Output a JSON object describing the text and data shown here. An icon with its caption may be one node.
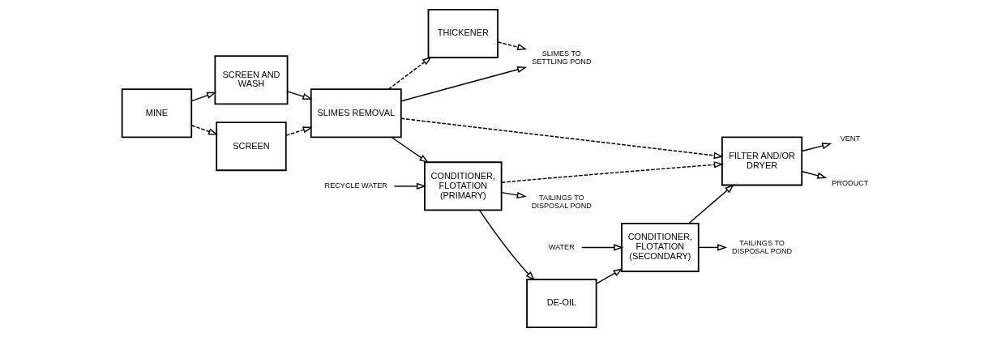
{
  "diagram": {
    "nodes": [
      {
        "text": [
          "MINE"
        ]
      },
      {
        "text": [
          "SCREEN AND WASH"
        ]
      },
      {
        "text": [
          "SCREEN"
        ]
      },
      {
        "text": [
          "SLIMES REMOVAL"
        ]
      },
      {
        "text": [
          "THICKENER"
        ]
      },
      {
        "text": [
          "CONDITIONER, FLOTATION (PRIMARY)"
        ]
      },
      {
        "text": [
          "DE-OIL"
        ]
      },
      {
        "text": [
          "CONDITIONER, FLOTATION (SECONDARY)"
        ]
      },
      {
        "text": [
          "FILTER AND/OR DRYER"
        ]
      },
      {
        "text": [
          "RECYCLE WATER"
        ]
      },
      {
        "text": [
          "WATER"
        ]
      },
      {
        "text": [
          "VENT"
        ]
      },
      {
        "text": [
          "PRODUCT"
        ]
      },
      {
        "text": [
          "TAILINGS TO DISPOSAL POND"
        ]
      },
      {
        "text": [
          "TAILINGS TO DISPOSAL POND"
        ]
      },
      {
        "text": [
          "SLIMES TO SETTLING POND"
        ]
      }
    ],
    "edges": [
      {
        "from": 0,
        "to": 1,
        "arrow": "to"
      },
      {
        "from": 0,
        "to": 2,
        "arrow": "to",
        "style": "dashed"
      },
      {
        "from": 1,
        "to": 3,
        "arrow": "to"
      },
      {
        "from": 2,
        "to": 3,
        "arrow": "to",
        "style": "dashed"
      },
      {
        "from": 3,
        "to": 5,
        "arrow": "to"
      },
      {
        "from": 3,
        "to": 4,
        "arrow": "to",
        "style": "dashed"
      },
      {
        "from": 3,
        "to": 15,
        "arrow": "to"
      },
      {
        "from": 4,
        "to": 15,
        "arrow": "to",
        "style": "dashed"
      },
      {
        "from": 3,
        "to": 8,
        "arrow": "to",
        "style": "dashed"
      },
      {
        "from": 9,
        "to": 5,
        "arrow": "to"
      },
      {
        "from": 5,
        "to": 6,
        "arrow": "to"
      },
      {
        "from": 5,
        "to": 13,
        "arrow": "to"
      },
      {
        "from": 5,
        "to": 8,
        "arrow": "to",
        "style": "dashed"
      },
      {
        "from": 6,
        "to": 7,
        "arrow": "to"
      },
      {
        "from": 10,
        "to": 7,
        "arrow": "to"
      },
      {
        "from": 7,
        "to": 8,
        "arrow": "to"
      },
      {
        "from": 7,
        "to": 14,
        "arrow": "to"
      },
      {
        "from": 8,
        "to": 11,
        "arrow": "to"
      },
      {
        "from": 8,
        "to": 12,
        "arrow": "to"
      }
    ]
  }
}
